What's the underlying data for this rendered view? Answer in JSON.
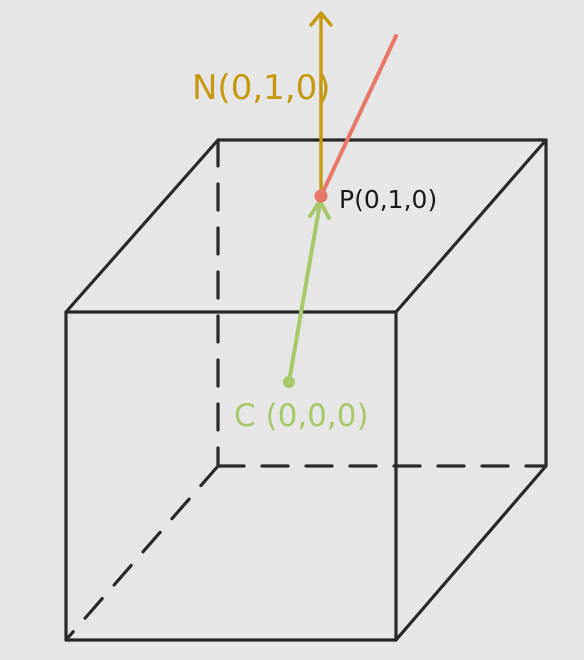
{
  "labels": {
    "normal": "N(0,1,0)",
    "point": "P(0,1,0)",
    "center": "C (0,0,0)"
  },
  "colors": {
    "background": "#e6e6e6",
    "cube_edge": "#2a2a2a",
    "normal_arrow": "#c49a12",
    "ray": "#e8786a",
    "center_vector": "#a8c86e",
    "point_dot": "#e8786a"
  }
}
